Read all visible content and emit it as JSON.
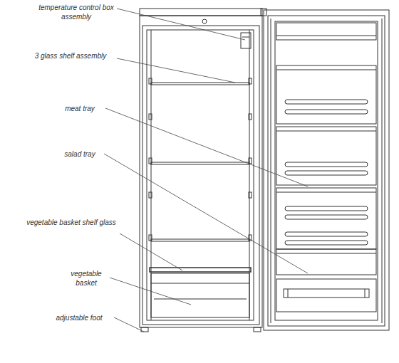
{
  "diagram": {
    "labels": [
      "temperature control box assembly",
      "3 glass shelf assembly",
      "meat tray",
      "salad tray",
      "vegetable basket shelf glass",
      "vegetable basket",
      "adjustable foot"
    ]
  }
}
